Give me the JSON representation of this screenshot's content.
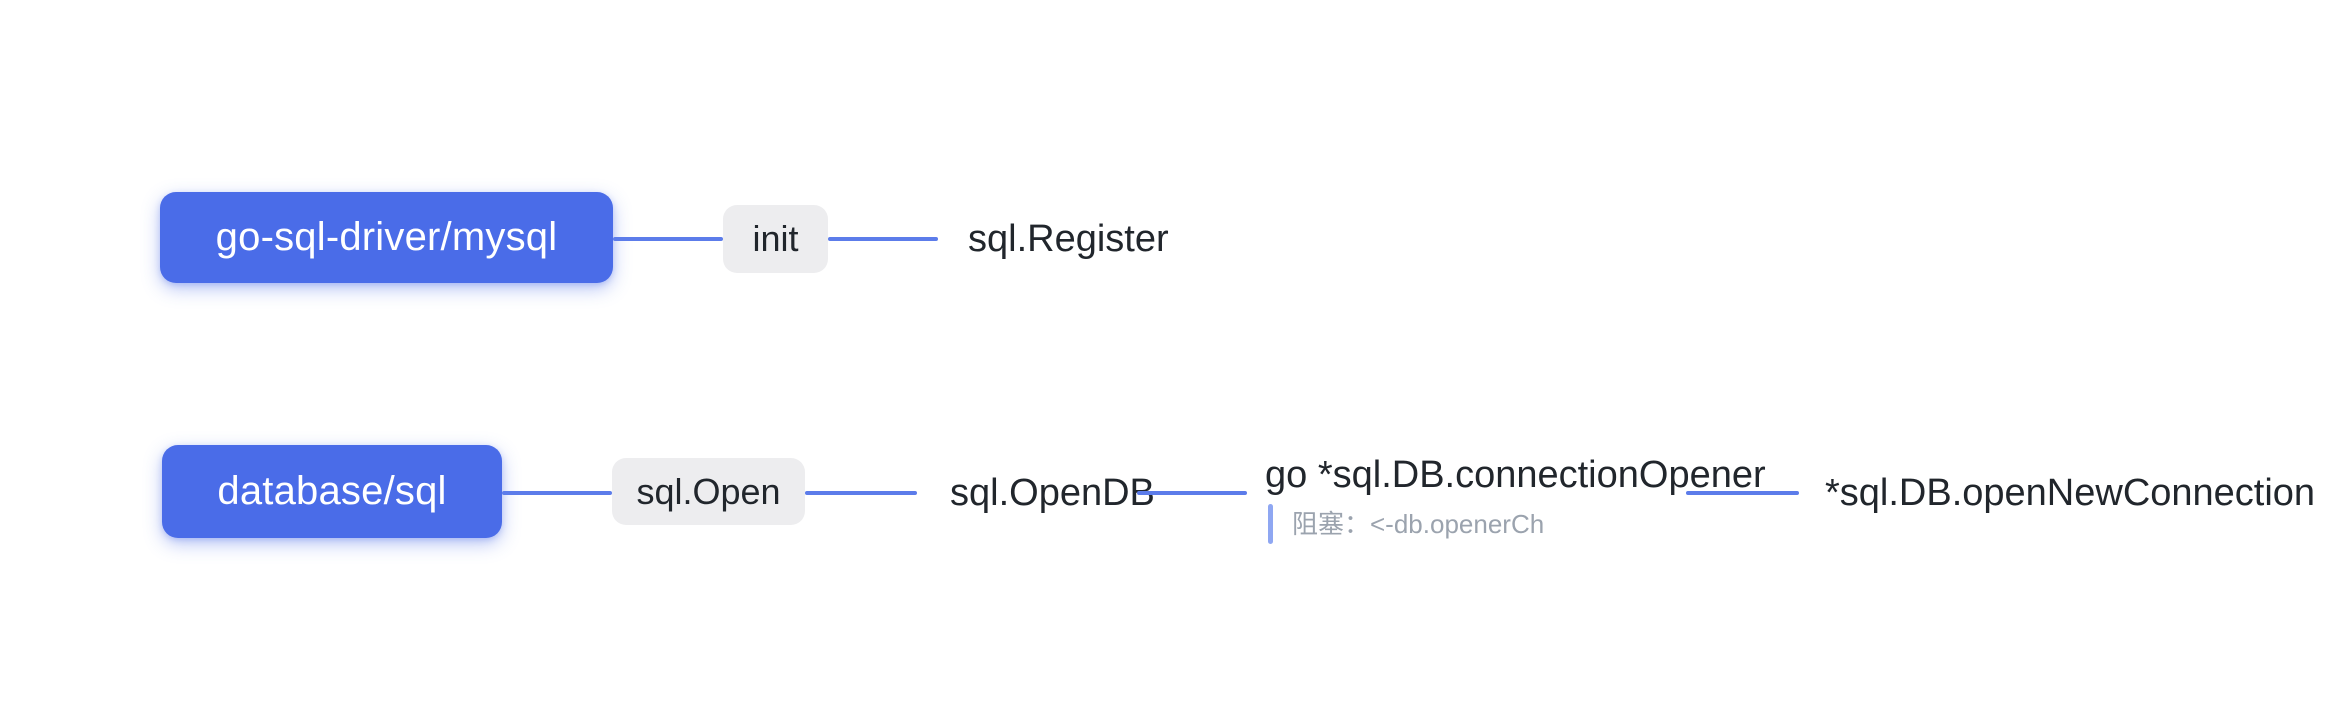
{
  "theme": {
    "background": "#ffffff",
    "node_primary_bg": "#4a6ce8",
    "node_primary_text": "#ffffff",
    "node_secondary_bg": "#ededef",
    "node_text": "#21262c",
    "link": "#5c7cea",
    "annotation_text": "#9ba3ae",
    "annotation_bar": "#8fa7f2"
  },
  "diagram": {
    "type": "mindmap-call-graph",
    "rows": [
      {
        "root": {
          "label": "go-sql-driver/mysql"
        },
        "nodes": [
          {
            "label": "init",
            "style": "pill"
          },
          {
            "label": "sql.Register",
            "style": "text"
          }
        ]
      },
      {
        "root": {
          "label": "database/sql"
        },
        "nodes": [
          {
            "label": "sql.Open",
            "style": "pill"
          },
          {
            "label": "sql.OpenDB",
            "style": "text"
          },
          {
            "label": "go *sql.DB.connectionOpener",
            "style": "text",
            "annotation": "阻塞：<-db.openerCh"
          },
          {
            "label": "*sql.DB.openNewConnection",
            "style": "text"
          }
        ]
      }
    ]
  }
}
